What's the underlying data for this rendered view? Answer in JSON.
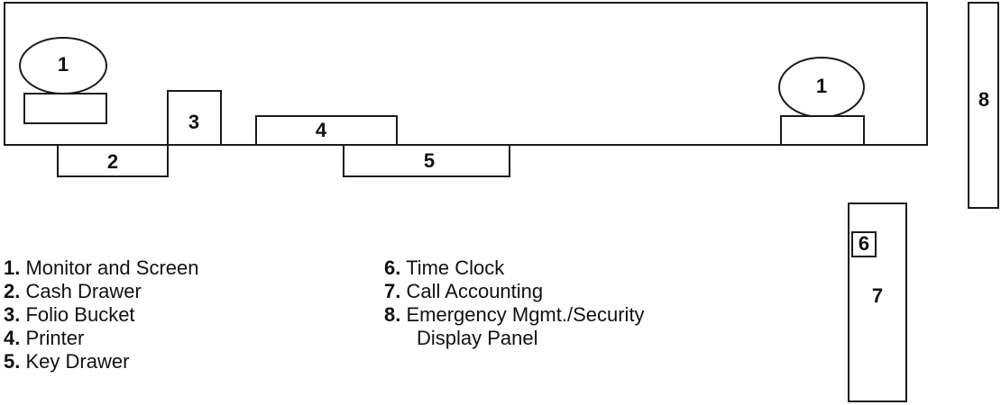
{
  "diagram": {
    "components": [
      {
        "id": "monitor-left",
        "label": "1"
      },
      {
        "id": "monitor-right",
        "label": "1"
      },
      {
        "id": "cash-drawer",
        "label": "2"
      },
      {
        "id": "folio-bucket",
        "label": "3"
      },
      {
        "id": "printer",
        "label": "4"
      },
      {
        "id": "key-drawer",
        "label": "5"
      },
      {
        "id": "time-clock",
        "label": "6"
      },
      {
        "id": "call-accounting",
        "label": "7"
      },
      {
        "id": "emergency-panel",
        "label": "8"
      }
    ]
  },
  "legend": {
    "left": [
      {
        "num": "1.",
        "text": "Monitor and Screen"
      },
      {
        "num": "2.",
        "text": "Cash Drawer"
      },
      {
        "num": "3.",
        "text": "Folio Bucket"
      },
      {
        "num": "4.",
        "text": "Printer"
      },
      {
        "num": "5.",
        "text": "Key Drawer"
      }
    ],
    "right": [
      {
        "num": "6.",
        "text": "Time Clock"
      },
      {
        "num": "7.",
        "text": "Call Accounting"
      },
      {
        "num": "8.",
        "text": "Emergency Mgmt./Security"
      }
    ],
    "right_continuation": "Display Panel"
  }
}
